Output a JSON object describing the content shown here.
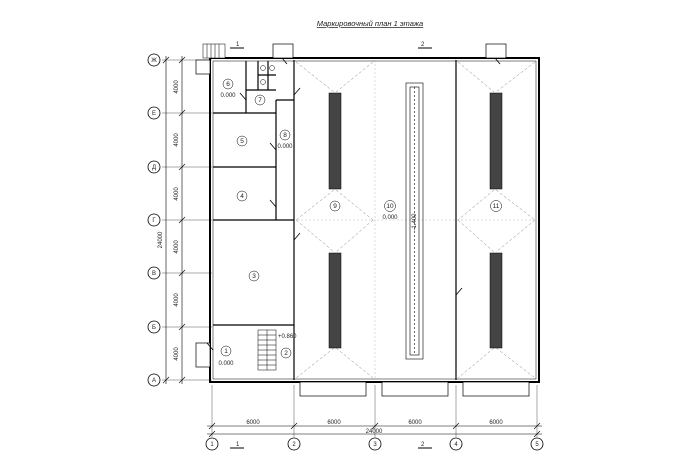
{
  "title": "Маркировочный план 1 этажа",
  "section_marks": [
    "1",
    "2"
  ],
  "axes_rows": [
    "Ж",
    "Е",
    "Д",
    "Г",
    "В",
    "Б",
    "А"
  ],
  "axes_cols": [
    "1",
    "2",
    "3",
    "4",
    "5"
  ],
  "dims_left": [
    "4000",
    "4000",
    "4000",
    "4000",
    "4000",
    "4000"
  ],
  "dim_left_total": "24000",
  "dims_bottom": [
    "6000",
    "6000",
    "6000",
    "6000"
  ],
  "dim_bottom_total": "24000",
  "rooms": [
    {
      "num": "1",
      "level": "0.000"
    },
    {
      "num": "2",
      "level": ""
    },
    {
      "num": "3",
      "level": ""
    },
    {
      "num": "4",
      "level": ""
    },
    {
      "num": "5",
      "level": ""
    },
    {
      "num": "6",
      "level": "0.000"
    },
    {
      "num": "7",
      "level": ""
    },
    {
      "num": "8",
      "level": "0.000"
    },
    {
      "num": "9",
      "level": ""
    },
    {
      "num": "10",
      "level": "0.000"
    },
    {
      "num": "11",
      "level": ""
    }
  ],
  "level_marks": [
    "+0.860",
    "-1.400"
  ]
}
